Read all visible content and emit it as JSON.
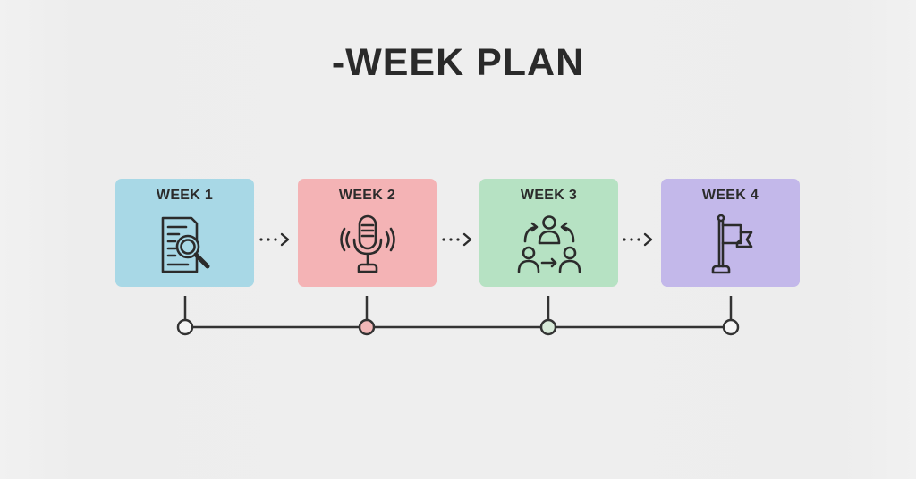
{
  "title": "-WEEK PLAN",
  "colors": {
    "background": "#eeeeee",
    "text": "#2b2b2b",
    "line": "#333333"
  },
  "weeks": [
    {
      "label": "WEEK 1",
      "icon": "document-search-icon",
      "color": "#a8d8e6",
      "node_fill": "#f5f5f5"
    },
    {
      "label": "WEEK 2",
      "icon": "microphone-icon",
      "color": "#f4b3b5",
      "node_fill": "#f2b8b8"
    },
    {
      "label": "WEEK 3",
      "icon": "team-collaboration-icon",
      "color": "#b6e2c3",
      "node_fill": "#d8ead9"
    },
    {
      "label": "WEEK 4",
      "icon": "flag-icon",
      "color": "#c3b8ea",
      "node_fill": "#f5f5f5"
    }
  ],
  "connectors": [
    {
      "icon": "dotted-arrow-right-icon"
    },
    {
      "icon": "dotted-arrow-right-icon"
    },
    {
      "icon": "dotted-arrow-right-icon"
    }
  ]
}
